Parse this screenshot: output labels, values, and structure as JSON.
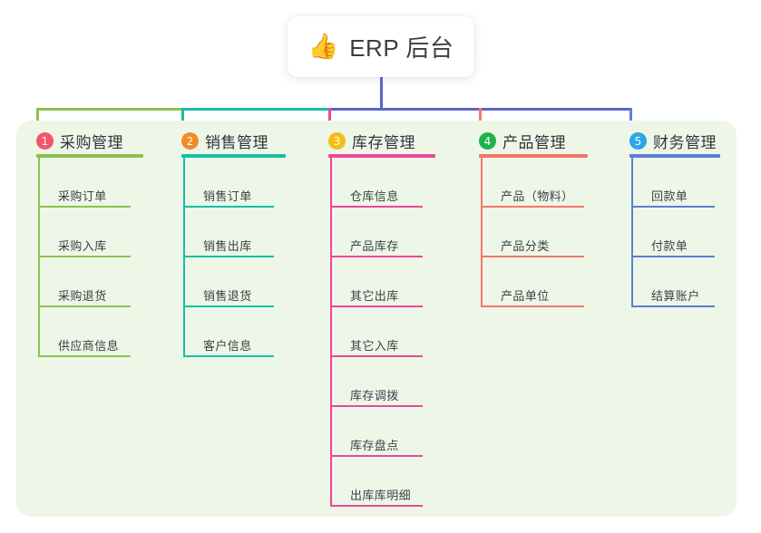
{
  "root": {
    "icon": "thumbs-up-icon",
    "icon_glyph": "👍",
    "title": "ERP 后台"
  },
  "theme": {
    "page_background": "#ffffff",
    "panel_background": "#EEF7E7",
    "card_background": "#ffffff",
    "text_color": "#3b4048",
    "root_stem_color": "#5A66C4"
  },
  "bus": {
    "segments": [
      {
        "name": "green-segment",
        "color": "#8CC152"
      },
      {
        "name": "teal-segment",
        "color": "#17BFA5"
      },
      {
        "name": "blue-segment",
        "color": "#5A66C4"
      }
    ]
  },
  "columns": [
    {
      "index": "1",
      "title": "采购管理",
      "badge_color": "#F4556A",
      "line_color": "#8CC152",
      "drop_color": "#8CC152",
      "items": [
        "采购订单",
        "采购入库",
        "采购退货",
        "供应商信息"
      ]
    },
    {
      "index": "2",
      "title": "销售管理",
      "badge_color": "#F08C26",
      "line_color": "#17BFA5",
      "drop_color": "#17BFA5",
      "items": [
        "销售订单",
        "销售出库",
        "销售退货",
        "客户信息"
      ]
    },
    {
      "index": "3",
      "title": "库存管理",
      "badge_color": "#F5BC19",
      "line_color": "#EC4899",
      "drop_color": "#EC4899",
      "items": [
        "仓库信息",
        "产品库存",
        "其它出库",
        "其它入库",
        "库存调拨",
        "库存盘点",
        "出库库明细"
      ]
    },
    {
      "index": "4",
      "title": "产品管理",
      "badge_color": "#21B14B",
      "line_color": "#F4766B",
      "drop_color": "#F4766B",
      "items": [
        "产品（物料）",
        "产品分类",
        "产品单位"
      ]
    },
    {
      "index": "5",
      "title": "财务管理",
      "badge_color": "#2BA7E8",
      "line_color": "#5A7FD6",
      "drop_color": "#5A7FD6",
      "items": [
        "回款单",
        "付款单",
        "结算账户"
      ]
    }
  ]
}
